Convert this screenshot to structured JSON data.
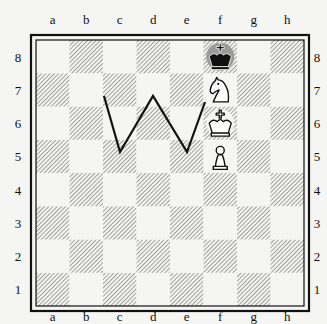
{
  "diagram": {
    "labels": [
      "a",
      "b",
      "c",
      "d",
      "e",
      "f",
      "g",
      "h",
      "8",
      "8",
      "7",
      "7",
      "6",
      "6",
      "5",
      "5",
      "4",
      "4",
      "3",
      "3",
      "2",
      "2",
      "1",
      "1",
      "a",
      "b",
      "c",
      "d",
      "e",
      "f",
      "g",
      "h"
    ]
  }
}
